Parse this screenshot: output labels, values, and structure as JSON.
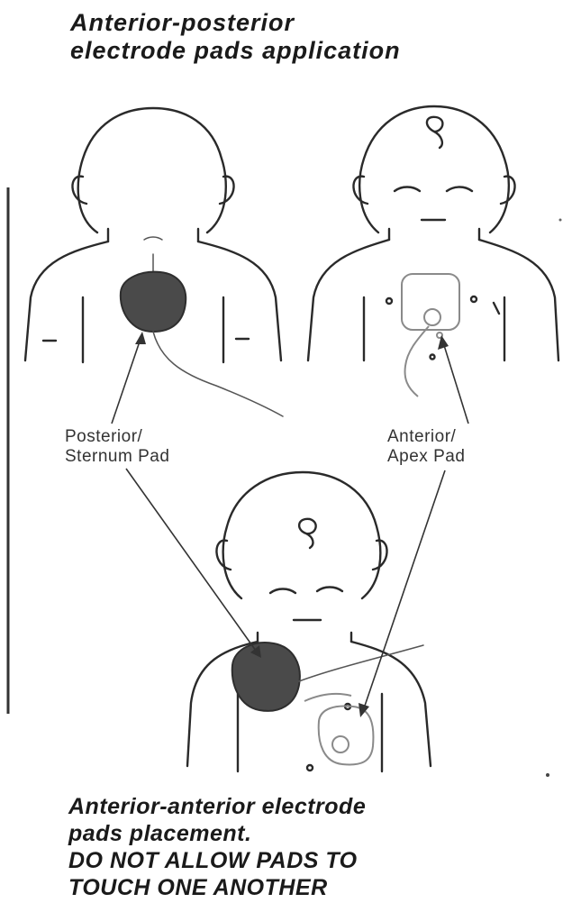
{
  "title_top": {
    "line1": "Anterior-posterior",
    "line2": "electrode pads application"
  },
  "labels": {
    "posterior": {
      "line1": "Posterior/",
      "line2": "Sternum Pad"
    },
    "anterior": {
      "line1": "Anterior/",
      "line2": "Apex Pad"
    }
  },
  "title_bottom": {
    "line1": "Anterior-anterior electrode",
    "line2": "pads placement.",
    "line3": "DO NOT ALLOW PADS TO",
    "line4": "TOUCH ONE ANOTHER"
  },
  "colors": {
    "background": "#ffffff",
    "ink": "#2a2a2a",
    "pad_dark": "#4a4a4a",
    "pad_outline": "#8a8a8a"
  }
}
